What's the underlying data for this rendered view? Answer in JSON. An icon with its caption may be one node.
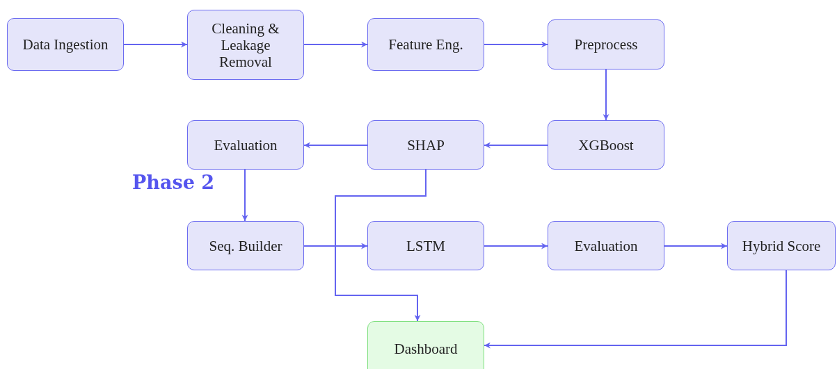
{
  "diagram": {
    "nodes": [
      {
        "text": [
          "Data Ingestion"
        ]
      },
      {
        "text": [
          "Cleaning & Leakage Removal"
        ]
      },
      {
        "text": [
          "Feature Eng."
        ]
      },
      {
        "text": [
          "Preprocess"
        ]
      },
      {
        "text": [
          "XGBoost"
        ]
      },
      {
        "text": [
          "SHAP"
        ]
      },
      {
        "text": [
          "Evaluation"
        ]
      },
      {
        "text": [
          "Seq. Builder"
        ]
      },
      {
        "text": [
          "LSTM"
        ]
      },
      {
        "text": [
          "Evaluation"
        ]
      },
      {
        "text": [
          "Hybrid Score"
        ]
      },
      {
        "text": [
          "Dashboard"
        ]
      }
    ],
    "edges": [
      {
        "from": 0,
        "to": 1,
        "arrow": "to"
      },
      {
        "from": 1,
        "to": 2,
        "arrow": "to"
      },
      {
        "from": 2,
        "to": 3,
        "arrow": "to"
      },
      {
        "from": 3,
        "to": 4,
        "arrow": "to"
      },
      {
        "from": 4,
        "to": 5,
        "arrow": "to"
      },
      {
        "from": 5,
        "to": 6,
        "arrow": "to"
      },
      {
        "from": 6,
        "to": 7,
        "arrow": "to"
      },
      {
        "from": 7,
        "to": 8,
        "arrow": "to"
      },
      {
        "from": 8,
        "to": 9,
        "arrow": "to"
      },
      {
        "from": 9,
        "to": 10,
        "arrow": "to"
      },
      {
        "from": 5,
        "to": 11,
        "arrow": "to"
      },
      {
        "from": 10,
        "to": 11,
        "arrow": "to"
      }
    ],
    "labels": [
      "Phase 2"
    ]
  }
}
